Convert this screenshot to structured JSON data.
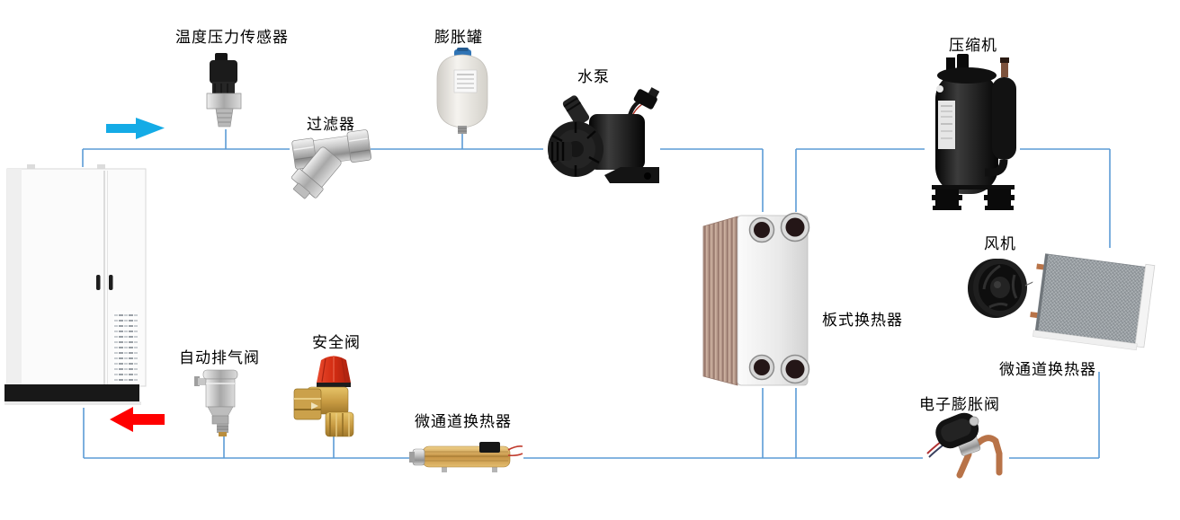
{
  "page": {
    "type": "heat-pump-system-diagram",
    "background": "#ffffff"
  },
  "colors": {
    "pipe": "#5B9BD5",
    "flow_in_arrow": "#14ABE6",
    "flow_out_arrow": "#FF0000",
    "label_text": "#000000"
  },
  "labels": {
    "sensor": "温度压力传感器",
    "filter": "过滤器",
    "expansion_tank": "膨胀罐",
    "pump": "水泵",
    "compressor": "压缩机",
    "fan": "风机",
    "plate_hx": "板式换热器",
    "micro_channel_hx_right": "微通道换热器",
    "eev": "电子膨胀阀",
    "air_vent": "自动排气阀",
    "safety_valve": "安全阀",
    "micro_channel_hx_bottom": "微通道换热器"
  },
  "flow_arrows": [
    {
      "name": "supply-flow-arrow",
      "direction": "right",
      "color": "#14ABE6"
    },
    {
      "name": "return-flow-arrow",
      "direction": "left",
      "color": "#FF0000"
    }
  ],
  "icons": {
    "cabinet-icon": "white control cabinet with two doors and vent slots",
    "sensor-icon": "temperature-pressure transducer",
    "filter-icon": "Y-strainer",
    "expansion-tank-icon": "white expansion vessel with blue cap",
    "pump-icon": "black circulation water pump",
    "plate-hx-icon": "brazed plate heat exchanger with four ports",
    "compressor-icon": "black rotary compressor with accumulator",
    "fan-icon": "black axial fan",
    "micro-hx-panel-icon": "gray micro-channel coil panel",
    "eev-icon": "electronic expansion valve with copper tubes",
    "air-vent-icon": "chrome automatic air vent valve",
    "safety-valve-icon": "brass safety valve with red cap",
    "micro-hx-tube-icon": "gold tubular heat exchanger"
  }
}
